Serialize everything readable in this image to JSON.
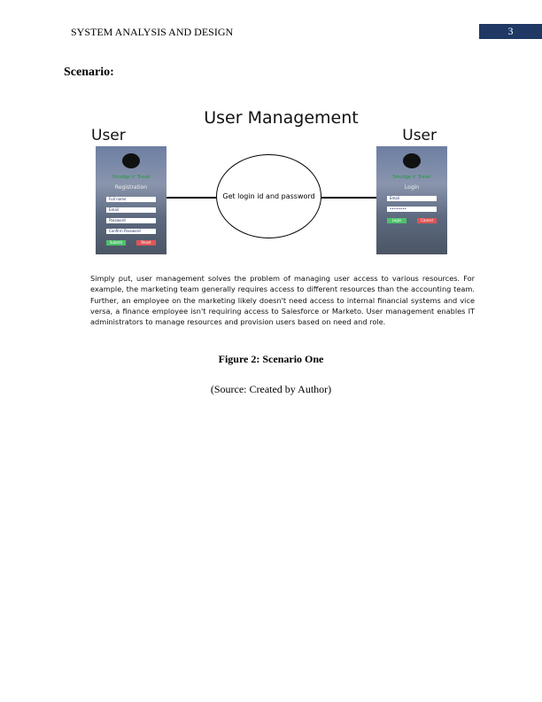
{
  "header": {
    "running_title": "SYSTEM ANALYSIS AND DESIGN",
    "page_number": "3"
  },
  "section_heading": "Scenario:",
  "figure": {
    "title": "User Management",
    "left_user": "User",
    "right_user": "User",
    "brand": "Smudge n' Travel",
    "registration": {
      "title": "Registration",
      "fields": [
        "Full name",
        "Email",
        "Password",
        "Confirm Password"
      ],
      "submit": "Submit",
      "reset": "Reset"
    },
    "login": {
      "title": "Login",
      "fields": [
        "Email",
        "••••••••"
      ],
      "login": "Login",
      "cancel": "Cancel"
    },
    "ellipse_text": "Get login id and password",
    "paragraph": "Simply put, user management solves the problem of managing user access to various resources. For example, the marketing team generally requires access to different resources than the accounting team. Further, an employee on the marketing likely doesn't need access to internal financial systems and vice versa, a finance employee isn't requiring access to Salesforce or Marketo. User management enables IT administrators to manage resources and provision users based on need and role."
  },
  "caption": "Figure 2: Scenario One",
  "source": "(Source: Created by Author)"
}
